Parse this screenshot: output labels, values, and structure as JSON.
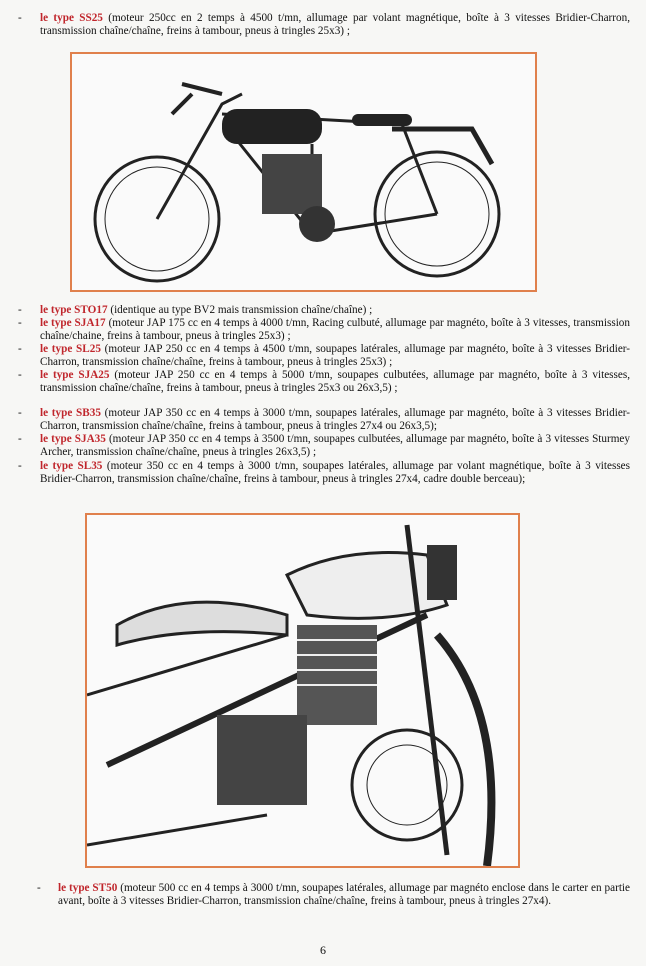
{
  "items": [
    {
      "type": "le type SS25",
      "desc": " (moteur 250cc en 2 temps à 4500 t/mn, allumage par volant magnétique, boîte à 3 vitesses Bridier-Charron, transmission chaîne/chaîne, freins à tambour, pneus à tringles 25x3) ;"
    },
    {
      "type": "le type STO17",
      "desc": " (identique au type BV2 mais transmission chaîne/chaîne) ;"
    },
    {
      "type": "le type SJA17",
      "desc": " (moteur JAP 175 cc en 4 temps à 4000 t/mn, Racing culbuté, allumage par magnéto, boîte à 3 vitesses, transmission chaîne/chaine, freins à tambour, pneus à tringles 25x3) ;"
    },
    {
      "type": "le type SL25",
      "desc": " (moteur JAP 250 cc en 4 temps à 4500 t/mn,  soupapes latérales, allumage par magnéto, boîte à 3 vitesses Bridier-Charron, transmission chaîne/chaîne, freins à tambour, pneus à tringles 25x3) ;"
    },
    {
      "type": "le type SJA25",
      "desc": " (moteur JAP 250 cc en 4 temps à 5000 t/mn, soupapes culbutées, allumage par magnéto, boîte à 3 vitesses, transmission chaîne/chaîne, freins à tambour, pneus à tringles 25x3 ou 26x3,5) ;"
    },
    {
      "type": "le type SB35",
      "desc": " (moteur JAP 350 cc en 4 temps à 3000 t/mn, soupapes latérales, allumage par magnéto, boîte à 3 vitesses Bridier-Charron, transmission chaîne/chaîne, freins à tambour, pneus à tringles 27x4 ou 26x3,5);"
    },
    {
      "type": "le type SJA35",
      "desc": " (moteur JAP 350 cc en 4 temps à 3500 t/mn, soupapes culbutées, allumage par magnéto, boîte à 3 vitesses Sturmey Archer, transmission chaîne/chaîne, pneus à tringles 26x3,5) ;"
    },
    {
      "type": "le type SL35",
      "desc": " (moteur 350 cc en 4 temps à 3000 t/mn, soupapes latérales, allumage par volant magnétique, boîte à 3 vitesses Bridier-Charron, transmission chaîne/chaîne, freins à tambour, pneus à tringles 27x4, cadre double berceau);"
    },
    {
      "type": "le type ST50",
      "desc": " (moteur 500 cc en 4 temps à 3000 t/mn, soupapes latérales, allumage par magnéto enclose dans le carter en partie avant, boîte à 3 vitesses Bridier-Charron, transmission chaîne/chaîne, freins à tambour, pneus à tringles 27x4)."
    }
  ],
  "dash": "-",
  "page_number": "6"
}
